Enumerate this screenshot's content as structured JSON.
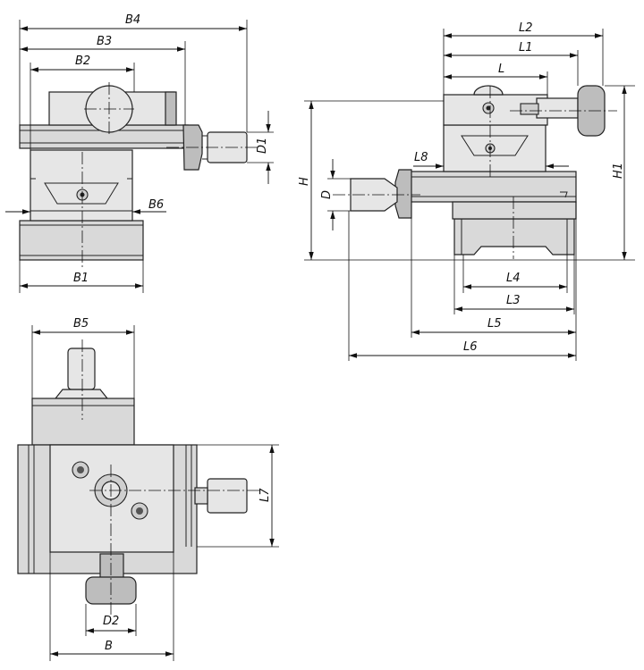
{
  "labels": {
    "B4": "B4",
    "B3": "B3",
    "B2": "B2",
    "B1": "B1",
    "B6": "B6",
    "D1": "D1",
    "L2": "L2",
    "L1": "L1",
    "L": "L",
    "L8": "L8",
    "L4": "L4",
    "L3": "L3",
    "L5": "L5",
    "L6": "L6",
    "H": "H",
    "H1": "H1",
    "D": "D",
    "B5": "B5",
    "L7": "L7",
    "D2": "D2",
    "B": "B"
  }
}
